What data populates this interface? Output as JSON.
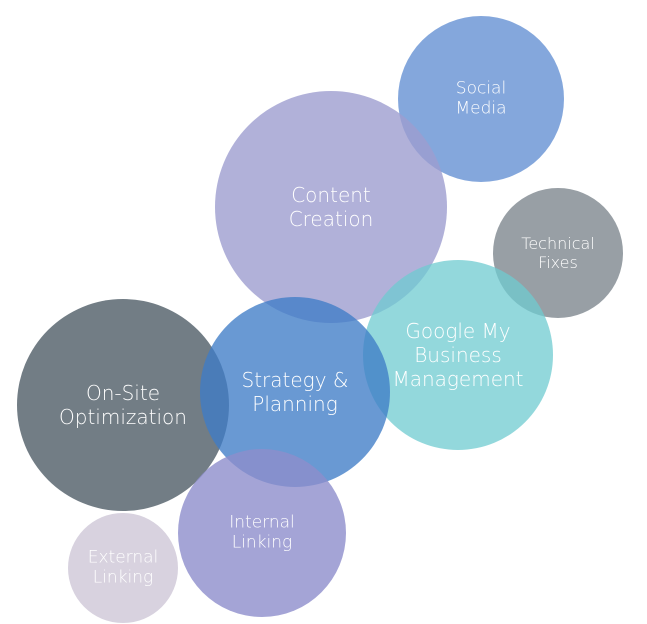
{
  "title": "SEO services bubble diagram",
  "bubbles": [
    {
      "id": "social-media",
      "lines": [
        "Social",
        "Media"
      ],
      "color": "#6f98d6",
      "opacity": 0.85
    },
    {
      "id": "content-creation",
      "lines": [
        "Content",
        "Creation"
      ],
      "color": "#9e9ed0",
      "opacity": 0.8
    },
    {
      "id": "technical-fixes",
      "lines": [
        "Technical",
        "Fixes"
      ],
      "color": "#7e878e",
      "opacity": 0.8
    },
    {
      "id": "google-my-business",
      "lines": [
        "Google My",
        "Business",
        "Management"
      ],
      "color": "#6fcbd0",
      "opacity": 0.75
    },
    {
      "id": "on-site-optimization",
      "lines": [
        "On-Site",
        "Optimization"
      ],
      "color": "#5e6b74",
      "opacity": 0.88
    },
    {
      "id": "strategy-planning",
      "lines": [
        "Strategy &",
        "Planning"
      ],
      "color": "#3f7cc6",
      "opacity": 0.78
    },
    {
      "id": "internal-linking",
      "lines": [
        "Internal",
        "Linking"
      ],
      "color": "#8d8dcc",
      "opacity": 0.8
    },
    {
      "id": "external-linking",
      "lines": [
        "External",
        "Linking"
      ],
      "color": "#d4cddc",
      "opacity": 0.9
    }
  ]
}
